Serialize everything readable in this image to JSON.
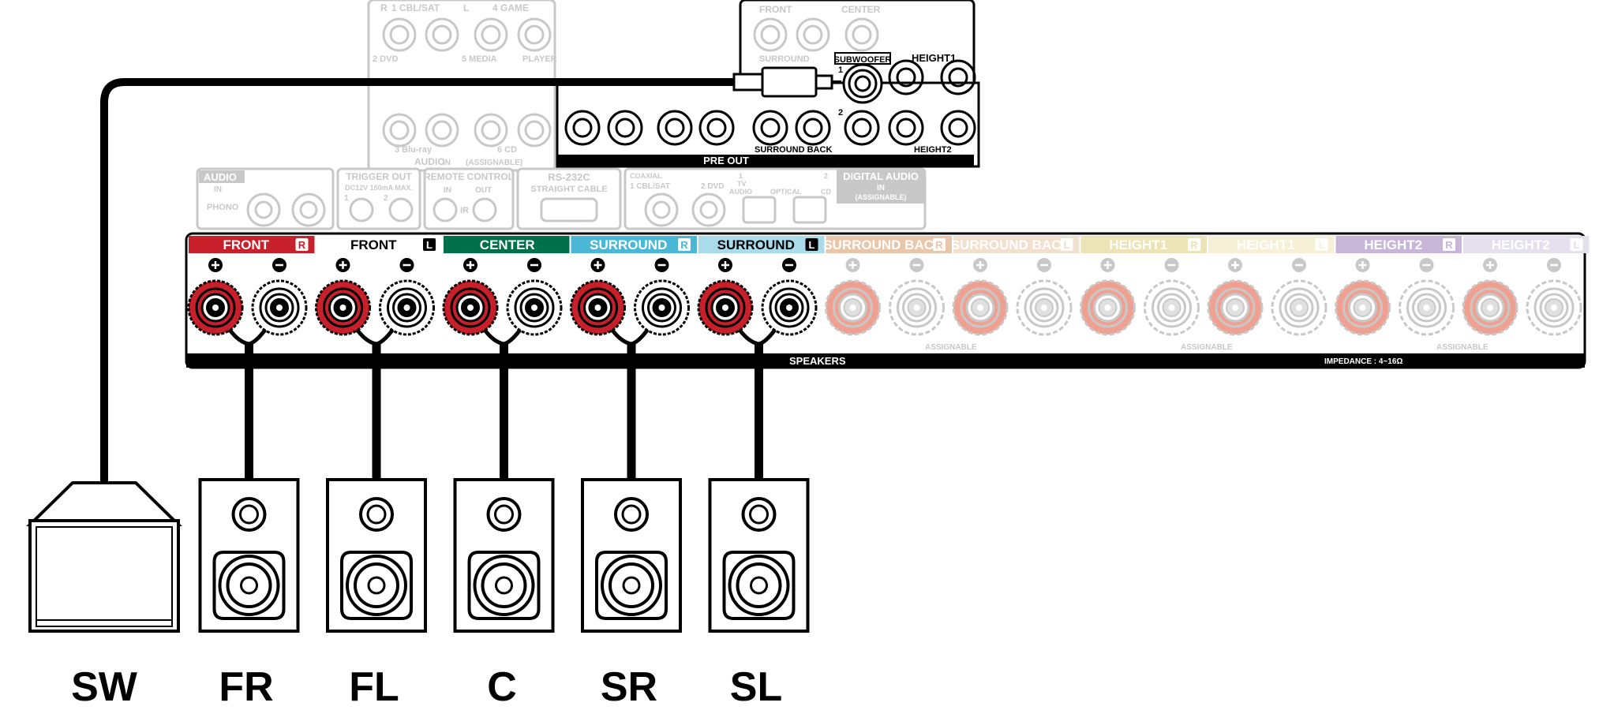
{
  "colors": {
    "front_r": "#c8202a",
    "front_l": "#ffffff",
    "center": "#00704a",
    "surround_r": "#4ab7d6",
    "surround_l": "#a9dbea",
    "surround_back_r": "#e9c6a9",
    "surround_back_l": "#f2e0cf",
    "height1_r": "#ece3b6",
    "height1_l": "#f5f0d6",
    "height2_r": "#c8b6d8",
    "height2_l": "#e6e0ee",
    "faded": "#c8c8c8",
    "line": "#000000"
  },
  "top_panel": {
    "ch1": "1 CBL/SAT",
    "ch4": "4 GAME",
    "ch2": "2 DVD",
    "ch5": "5 MEDIA",
    "player": "PLAYER",
    "ch3": "3 Blu-ray",
    "ch6": "6 CD",
    "audio": "AUDIO",
    "in": "IN",
    "assignable": "(ASSIGNABLE)",
    "r": "R",
    "l": "L"
  },
  "preout": {
    "front": "FRONT",
    "center": "CENTER",
    "surround": "SURROUND",
    "subwoofer": "SUBWOOFER",
    "height1": "HEIGHT1",
    "num1": "1",
    "num2": "2",
    "surround_back": "SURROUND BACK",
    "height2": "HEIGHT2",
    "title": "PRE OUT"
  },
  "mid_row": {
    "audio_in": "AUDIO",
    "in": "IN",
    "phono": "PHONO",
    "trigger_out": "TRIGGER OUT",
    "trigger_spec": "DC12V 150mA MAX.",
    "t1": "1",
    "t2": "2",
    "remote_control": "REMOTE CONTROL",
    "rc_in": "IN",
    "rc_out": "OUT",
    "ir": "IR",
    "rs232c": "RS-232C",
    "straight_cable": "STRAIGHT CABLE",
    "coaxial": "COAXIAL",
    "cbl_sat": "1 CBL/SAT",
    "dvd": "2 DVD",
    "tv_audio_1": "1",
    "tv_audio_tv": "TV",
    "tv_audio_audio": "AUDIO",
    "optical": "OPTICAL",
    "cd_2": "2",
    "cd": "CD",
    "digital_audio": "DIGITAL AUDIO",
    "da_in": "IN",
    "da_assignable": "(ASSIGNABLE)"
  },
  "speakers": {
    "channels": [
      {
        "name": "FRONT",
        "side": "R"
      },
      {
        "name": "FRONT",
        "side": "L"
      },
      {
        "name": "CENTER",
        "side": ""
      },
      {
        "name": "SURROUND",
        "side": "R"
      },
      {
        "name": "SURROUND",
        "side": "L"
      },
      {
        "name": "SURROUND BACK",
        "side": "R"
      },
      {
        "name": "SURROUND BACK",
        "side": "L"
      },
      {
        "name": "HEIGHT1",
        "side": "R"
      },
      {
        "name": "HEIGHT1",
        "side": "L"
      },
      {
        "name": "HEIGHT2",
        "side": "R"
      },
      {
        "name": "HEIGHT2",
        "side": "L"
      }
    ],
    "assignable": "ASSIGNABLE",
    "title": "SPEAKERS",
    "impedance": "IMPEDANCE : 4~16Ω"
  },
  "bottom_labels": [
    "SW",
    "FR",
    "FL",
    "C",
    "SR",
    "SL"
  ]
}
